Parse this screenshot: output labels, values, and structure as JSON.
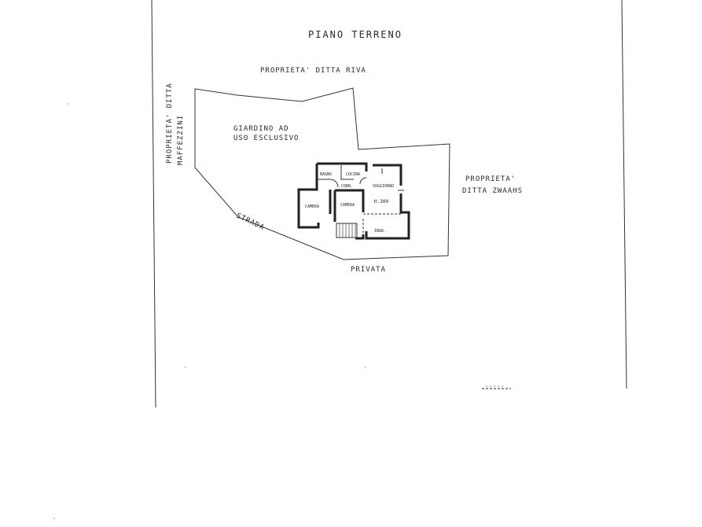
{
  "plan": {
    "title": "PIANO TERRENO",
    "neighbors": {
      "north": "PROPRIETA' DITTA RIVA",
      "west_line1": "PROPRIETA' DITTA",
      "west_line2": "MAFFEZZINI",
      "east_line1": "PROPRIETA'",
      "east_line2": "DITTA ZWAAHS"
    },
    "garden_line1": "GIARDINO AD",
    "garden_line2": "USO ESCLUSIVO",
    "road_line1": "STRADA",
    "road_line2": "PRIVATA",
    "rooms": {
      "bath": "BAGNO",
      "kitchen": "CUCINA",
      "corridor": "CORR.",
      "living": "SOGGIORNO",
      "height": "H.300",
      "bedroom1": "CAMERA",
      "bedroom2": "CAMERA",
      "entrance": "INGR."
    }
  }
}
